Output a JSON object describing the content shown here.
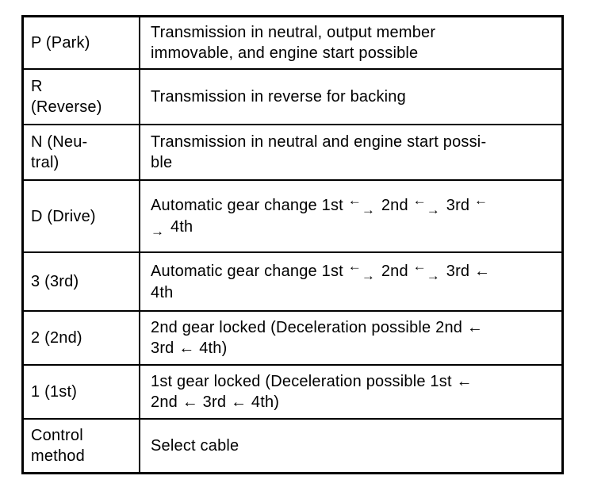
{
  "page": {
    "background_color": "#ffffff",
    "text_color": "#000000",
    "border_color": "#000000"
  },
  "table": {
    "glyphs": {
      "left_arrow": "←",
      "right_arrow": "→"
    },
    "rows": [
      {
        "gear_lines": [
          "P (Park)"
        ],
        "desc": [
          "Transmission in neutral, output member",
          {
            "br": true
          },
          "immovable, and engine start possible"
        ]
      },
      {
        "gear_lines": [
          "R",
          "(Reverse)"
        ],
        "desc": [
          "Transmission in reverse for backing"
        ]
      },
      {
        "gear_lines": [
          "N (Neu-",
          "tral)"
        ],
        "desc": [
          "Transmission in neutral and engine start possi-",
          {
            "br": true
          },
          "ble"
        ]
      },
      {
        "gear_lines": [
          "D (Drive)"
        ],
        "desc": [
          "Automatic gear change 1st ",
          {
            "arrow": "left-up"
          },
          {
            "arrow": "right-down"
          },
          " 2nd ",
          {
            "arrow": "left-up"
          },
          {
            "arrow": "right-down"
          },
          " 3rd ",
          {
            "arrow": "left-up"
          },
          {
            "br": true
          },
          {
            "arrow": "right-down"
          },
          " 4th"
        ]
      },
      {
        "gear_lines": [
          "3 (3rd)"
        ],
        "desc": [
          "Automatic gear change 1st ",
          {
            "arrow": "left-up"
          },
          {
            "arrow": "right-down"
          },
          " 2nd ",
          {
            "arrow": "left-up"
          },
          {
            "arrow": "right-down"
          },
          " 3rd ←",
          {
            "br": true
          },
          "4th"
        ]
      },
      {
        "gear_lines": [
          "2 (2nd)"
        ],
        "desc": [
          "2nd gear locked (Deceleration possible 2nd ←",
          {
            "br": true
          },
          "3rd ← 4th)"
        ]
      },
      {
        "gear_lines": [
          "1 (1st)"
        ],
        "desc": [
          "1st gear locked (Deceleration possible 1st ←",
          {
            "br": true
          },
          "2nd ← 3rd ← 4th)"
        ]
      },
      {
        "gear_lines": [
          "Control",
          "method"
        ],
        "desc": [
          "Select cable"
        ]
      }
    ]
  }
}
